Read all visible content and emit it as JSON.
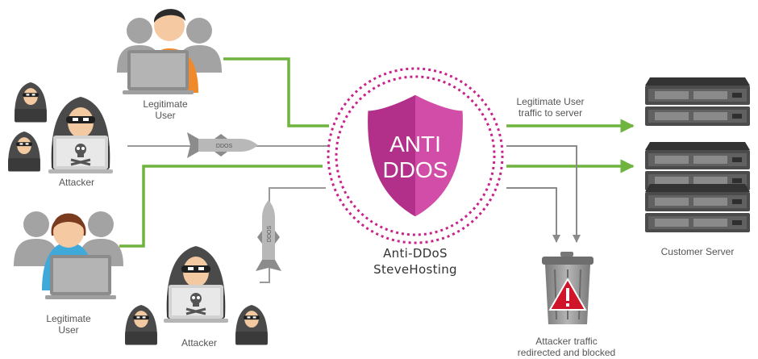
{
  "shield": {
    "line1": "ANTI",
    "line2": "DDOS"
  },
  "service": {
    "line1": "Anti-DDoS",
    "line2": "SteveHosting"
  },
  "labels": {
    "legit_user_top": [
      "Legitimate",
      "User"
    ],
    "attacker_left": "Attacker",
    "legit_user_bottom": [
      "Legitimate",
      "User"
    ],
    "attacker_bottom": "Attacker",
    "legit_traffic": [
      "Legitimate User",
      "traffic to server"
    ],
    "customer_server": "Customer Server",
    "attacker_traffic": [
      "Attacker traffic",
      "redirected and blocked"
    ]
  },
  "missile_text": "DDOS",
  "colors": {
    "legit_line": "#6fb43f",
    "attack_line": "#9a9a9a",
    "shield": "#b8338f",
    "ring": "#c8238c",
    "person_gray": "#a3a3a3",
    "hood": "#4a4a4a",
    "server": "#4b4b4b",
    "bin": "#8f8f8f",
    "warning": "#d0152b"
  }
}
